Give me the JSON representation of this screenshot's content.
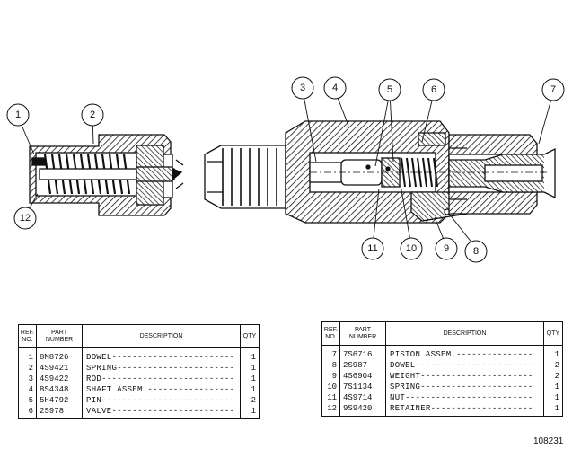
{
  "callouts": [
    "1",
    "2",
    "3",
    "4",
    "5",
    "6",
    "7",
    "8",
    "9",
    "10",
    "11",
    "12"
  ],
  "table_headers": {
    "ref": "REF. NO.",
    "part": "PART NUMBER",
    "desc": "DESCRIPTION",
    "qty": "QTY"
  },
  "parts_left": [
    {
      "ref": "1",
      "part": "8M8726",
      "desc": "DOWEL------------------------",
      "qty": "1"
    },
    {
      "ref": "2",
      "part": "4S9421",
      "desc": "SPRING-----------------------",
      "qty": "1"
    },
    {
      "ref": "3",
      "part": "4S9422",
      "desc": "ROD--------------------------",
      "qty": "1"
    },
    {
      "ref": "4",
      "part": "8S4348",
      "desc": "SHAFT ASSEM.-----------------",
      "qty": "1"
    },
    {
      "ref": "5",
      "part": "5H4792",
      "desc": "PIN--------------------------",
      "qty": "2"
    },
    {
      "ref": "6",
      "part": "2S978",
      "desc": "VALVE------------------------",
      "qty": "1"
    }
  ],
  "parts_right": [
    {
      "ref": "7",
      "part": "7S6716",
      "desc": "PISTON ASSEM.---------------",
      "qty": "1"
    },
    {
      "ref": "8",
      "part": "2S987",
      "desc": "DOWEL-----------------------",
      "qty": "2"
    },
    {
      "ref": "9",
      "part": "4S6904",
      "desc": "WEIGHT----------------------",
      "qty": "2"
    },
    {
      "ref": "10",
      "part": "7S1134",
      "desc": "SPRING----------------------",
      "qty": "1"
    },
    {
      "ref": "11",
      "part": "4S9714",
      "desc": "NUT-------------------------",
      "qty": "1"
    },
    {
      "ref": "12",
      "part": "9S9420",
      "desc": "RETAINER--------------------",
      "qty": "1"
    }
  ],
  "figure_id": "108231"
}
